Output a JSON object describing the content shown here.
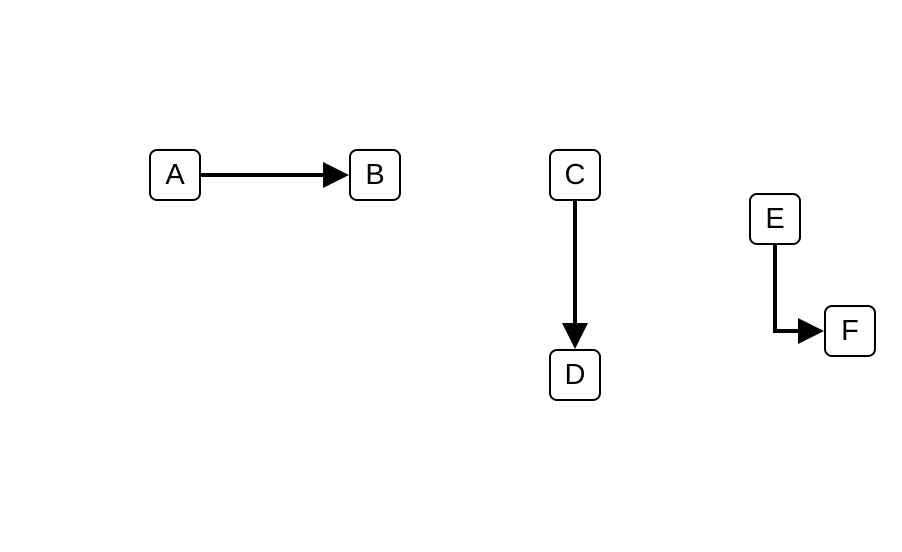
{
  "diagram": {
    "nodes": [
      {
        "id": "a",
        "label": "A"
      },
      {
        "id": "b",
        "label": "B"
      },
      {
        "id": "c",
        "label": "C"
      },
      {
        "id": "d",
        "label": "D"
      },
      {
        "id": "e",
        "label": "E"
      },
      {
        "id": "f",
        "label": "F"
      }
    ],
    "edges": [
      {
        "from": "A",
        "to": "B",
        "style": "straight"
      },
      {
        "from": "C",
        "to": "D",
        "style": "straight"
      },
      {
        "from": "E",
        "to": "F",
        "style": "orthogonal"
      }
    ],
    "colors": {
      "stroke": "#000000",
      "node_fill": "#ffffff",
      "background": "#ffffff"
    }
  }
}
